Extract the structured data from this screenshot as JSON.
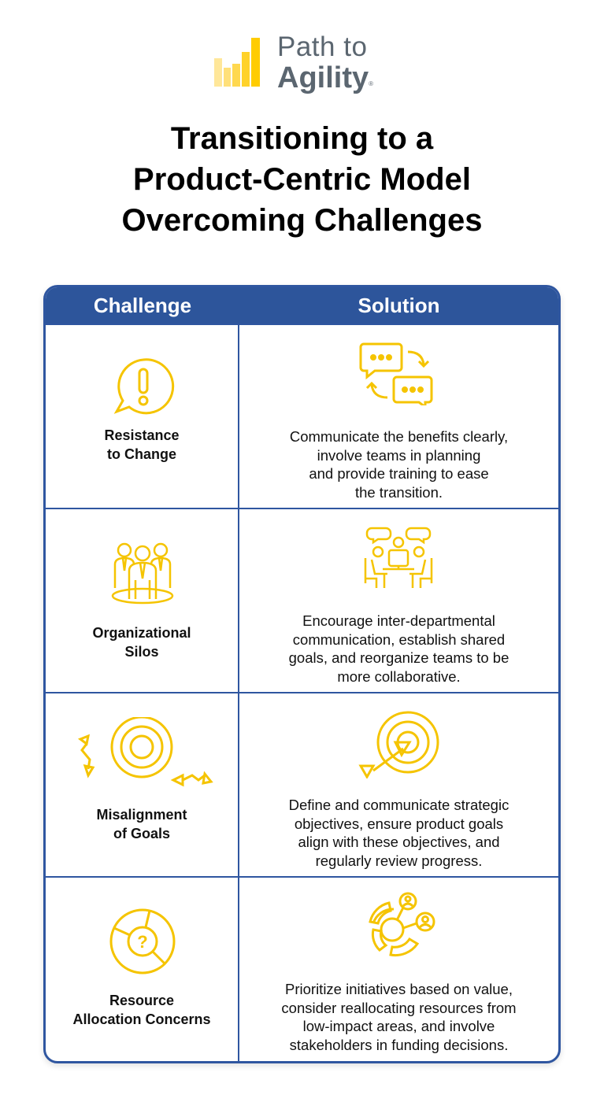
{
  "logo": {
    "line1": "Path to",
    "line2": "Agility",
    "registered": "®",
    "bar_colors": [
      "#ffe79a",
      "#ffe07a",
      "#ffd84f",
      "#ffd22a",
      "#ffcc00"
    ]
  },
  "title": {
    "line1": "Transitioning to a",
    "line2": "Product-Centric Model",
    "line3": "Overcoming Challenges",
    "highlight_color": "#ffd400"
  },
  "table": {
    "header_color": "#2d559b",
    "icon_color": "#f5c400",
    "headers": {
      "challenge": "Challenge",
      "solution": "Solution"
    },
    "rows": [
      {
        "challenge_icon": "speech-bubble-exclamation-icon",
        "challenge_line1": "Resistance",
        "challenge_line2": "to Change",
        "solution_icon": "chat-exchange-icon",
        "solution_lines": [
          "Communicate the benefits clearly,",
          "involve teams in planning",
          "and provide training to ease",
          "the transition."
        ]
      },
      {
        "challenge_icon": "team-group-icon",
        "challenge_line1": "Organizational",
        "challenge_line2": "Silos",
        "solution_icon": "meeting-table-icon",
        "solution_lines": [
          "Encourage inter-departmental",
          "communication, establish shared",
          "goals, and reorganize teams to be",
          "more collaborative."
        ]
      },
      {
        "challenge_icon": "target-misaligned-arrows-icon",
        "challenge_line1": "Misalignment",
        "challenge_line2": "of Goals",
        "solution_icon": "target-arrow-icon",
        "solution_lines": [
          "Define and communicate strategic",
          "objectives, ensure product goals",
          "align with these objectives, and",
          "regularly review progress."
        ]
      },
      {
        "challenge_icon": "pie-question-icon",
        "challenge_line1": "Resource",
        "challenge_line2": "Allocation Concerns",
        "solution_icon": "resource-network-icon",
        "solution_lines": [
          "Prioritize initiatives based on value,",
          "consider reallocating resources from",
          "low-impact areas, and involve",
          "stakeholders in funding decisions."
        ]
      }
    ]
  }
}
